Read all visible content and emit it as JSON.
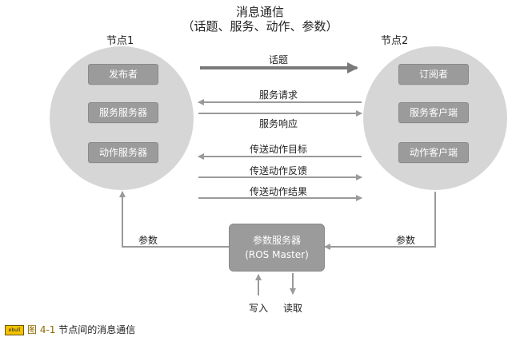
{
  "title": {
    "main": "消息通信",
    "sub": "（话题、服务、动作、参数）"
  },
  "node1": {
    "label": "节点1",
    "boxes": [
      "发布者",
      "服务服务器",
      "动作服务器"
    ]
  },
  "node2": {
    "label": "节点2",
    "boxes": [
      "订阅者",
      "服务客户端",
      "动作客户端"
    ]
  },
  "messages": {
    "topic": "话题",
    "service_request": "服务请求",
    "service_response": "服务响应",
    "action_goal": "传送动作目标",
    "action_feedback": "传送动作反馈",
    "action_result": "传送动作结果"
  },
  "master": {
    "line1": "参数服务器",
    "line2": "(ROS Master)"
  },
  "params": {
    "left": "参数",
    "right": "参数"
  },
  "io": {
    "write": "写入",
    "read": "读取"
  },
  "caption": {
    "tag": "ebull",
    "number": "图 4-1",
    "text": " 节点间的消息通信"
  },
  "colors": {
    "circle": "#d6d6d6",
    "box": "#9b9b9b",
    "arrow": "#9a9a9a",
    "topic_arrow": "#7a7a7a"
  }
}
